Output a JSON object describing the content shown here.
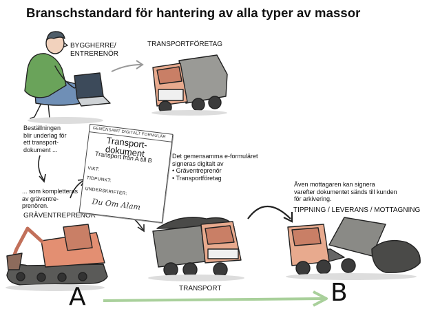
{
  "title": "Branschstandard för hantering av alla typer av massor",
  "labels": {
    "byggherre_line1": "BYGGHERRE/",
    "byggherre_line2": "ENTRERENÖR",
    "transportforetag": "TRANSPORTFÖRETAG",
    "graventreprenor": "GRÄVENTREPRENÖR",
    "transport": "TRANSPORT",
    "tippning": "TIPPNING / LEVERANS / MOTTAGNING"
  },
  "notes": {
    "bestallningen": [
      "Beställningen",
      "blir underlag för",
      "ett transport-",
      "dokument ..."
    ],
    "kompletteras": [
      "... som kompletteras",
      "av gräventre-",
      "prenören."
    ],
    "eformular": [
      "Det gemensamma e-formuläret",
      "signeras digitalt av",
      "• Gräventreprenör",
      "• Transportföretag"
    ],
    "mottagaren": [
      "Även mottagaren kan signera",
      "varefter dokumentet sänds till kunden",
      "för arkivering."
    ]
  },
  "document": {
    "header": "GEMENSAMT DIGITALT FORMULÄR",
    "title_line1": "Transport-",
    "title_line2": "dokument",
    "subtitle": "Transport från A till B",
    "field_vikt": "VIKT:",
    "field_tidpunkt": "TIDPUNKT:",
    "field_underskrifter": "UNDERSKRIFTER:",
    "signature": "Du Om Alam"
  },
  "endpoints": {
    "start": "A",
    "end": "B"
  },
  "colors": {
    "truck_cab": "#e8aa8e",
    "truck_cab_dark": "#c97f66",
    "excavator": "#e38f72",
    "person_shirt": "#6aa35a",
    "person_pants": "#6f8fb6",
    "flow_arrow": "#a9d09b",
    "load": "#4a4a48"
  }
}
